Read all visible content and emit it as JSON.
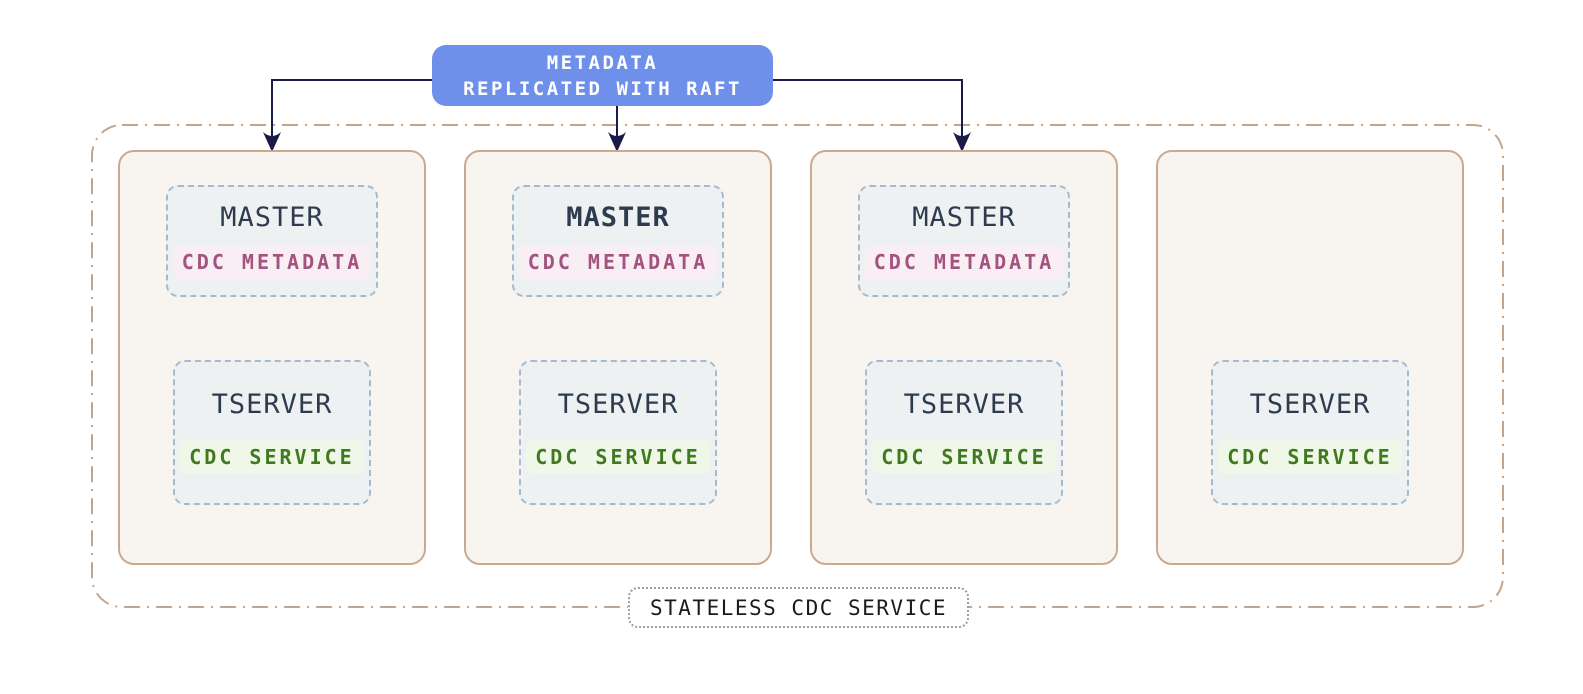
{
  "raft_box": {
    "line1": "METADATA",
    "line2": "REPLICATED WITH RAFT"
  },
  "cluster": {
    "label": "STATELESS CDC SERVICE"
  },
  "nodes": [
    {
      "master": {
        "title": "MASTER",
        "badge": "CDC METADATA",
        "leader": false
      },
      "tserver": {
        "title": "TSERVER",
        "badge": "CDC SERVICE"
      }
    },
    {
      "master": {
        "title": "MASTER",
        "badge": "CDC METADATA",
        "leader": true
      },
      "tserver": {
        "title": "TSERVER",
        "badge": "CDC SERVICE"
      }
    },
    {
      "master": {
        "title": "MASTER",
        "badge": "CDC METADATA",
        "leader": false
      },
      "tserver": {
        "title": "TSERVER",
        "badge": "CDC SERVICE"
      }
    },
    {
      "tserver": {
        "title": "TSERVER",
        "badge": "CDC SERVICE"
      }
    }
  ],
  "colors": {
    "raft-box-bg": "#6e90ea",
    "raft-box-text": "#ffffff",
    "edge": "#1b1b47",
    "cluster-border": "#c2a58c",
    "node-border": "#c9aa90",
    "node-bg": "#f8f5f1",
    "inner-border": "#a5bacf",
    "inner-bg": "#edf1f2",
    "title-text": "#2e3a4e",
    "metadata-text": "#a4527e",
    "metadata-bg": "#f9eef4",
    "service-text": "#41791e",
    "service-bg": "#eff7e8",
    "label-text": "#1a1a1a",
    "label-border": "#9aa0a6"
  }
}
